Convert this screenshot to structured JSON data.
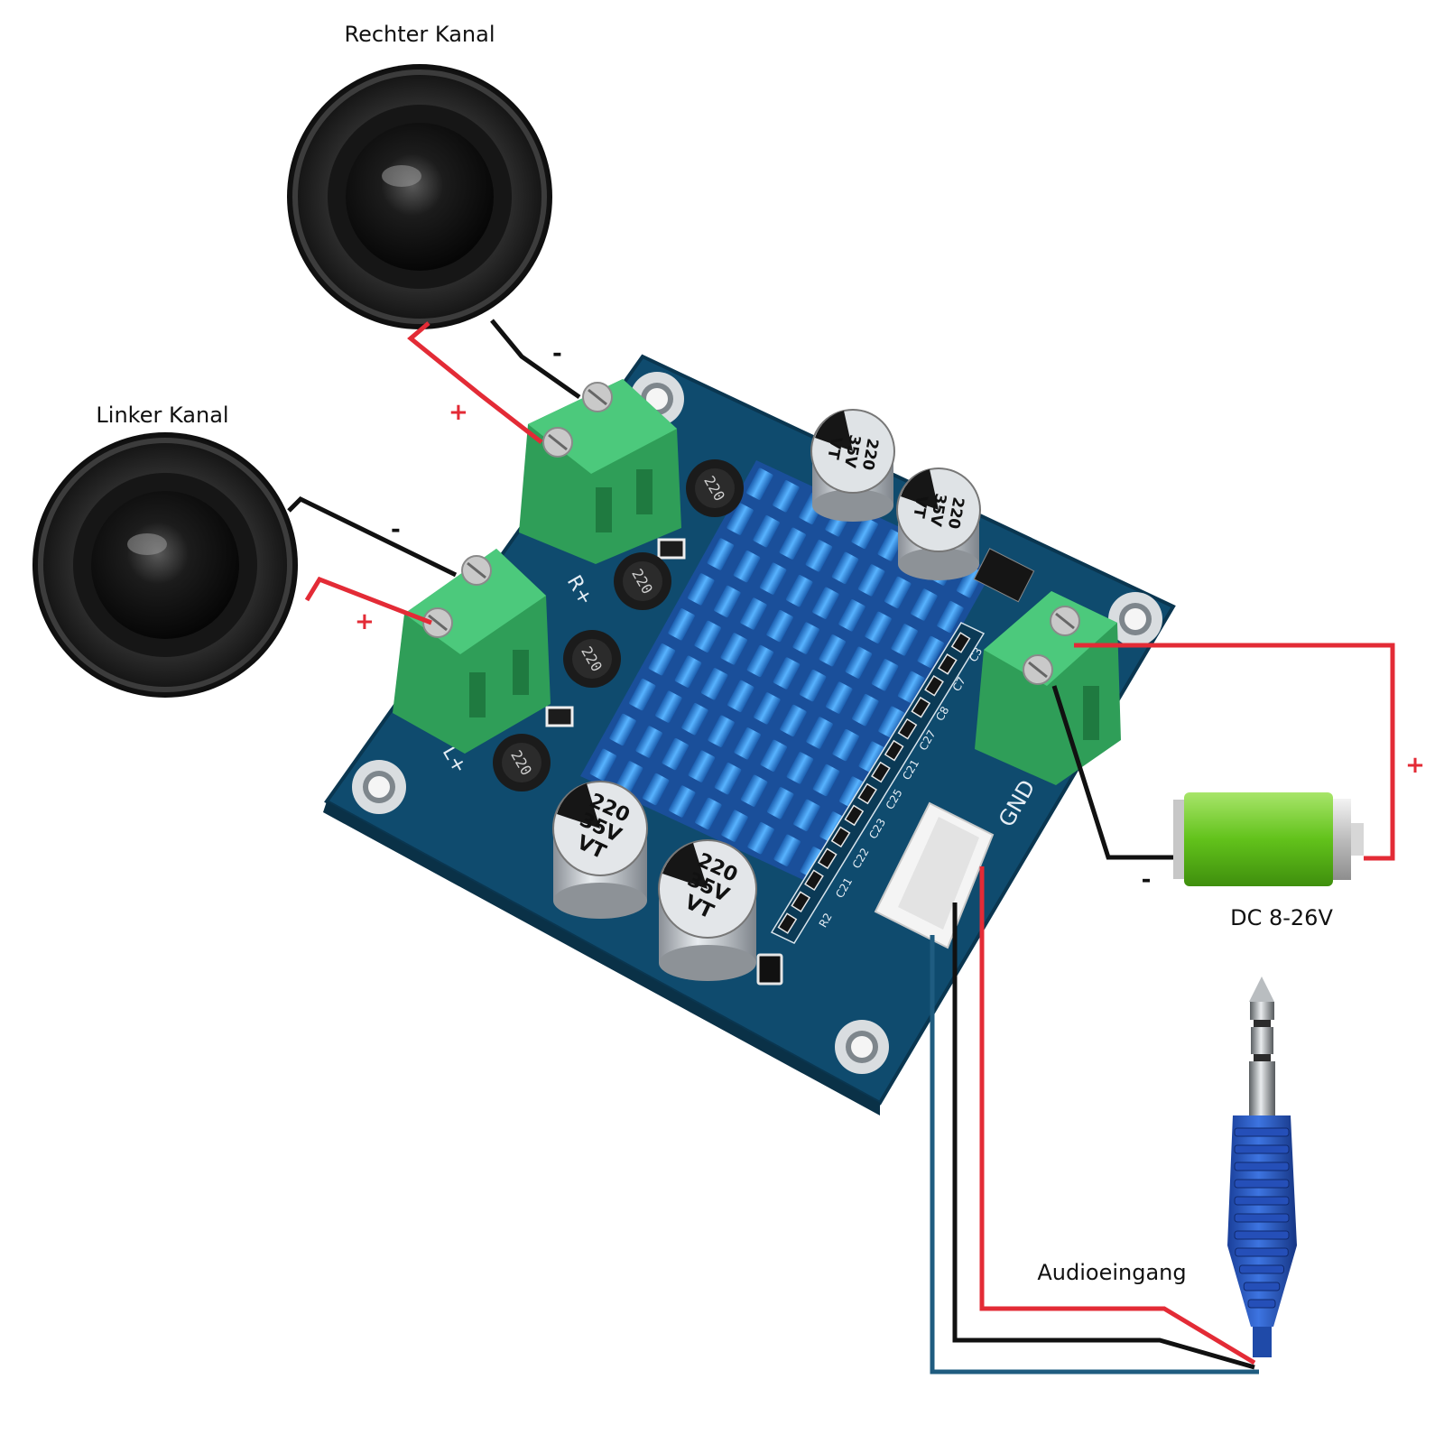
{
  "labels": {
    "right_channel": "Rechter Kanal",
    "left_channel": "Linker Kanal",
    "power": "DC 8-26V",
    "audio_input": "Audioeingang"
  },
  "polarity": {
    "plus": "+",
    "minus": "-"
  },
  "board": {
    "right_terminal": "R+",
    "left_terminal": "L+",
    "gnd": "GND",
    "inductor_value": "220",
    "capacitor_lines": [
      "220",
      "35V",
      "VT"
    ],
    "smd_labels": [
      "R2",
      "C21",
      "C22",
      "C23",
      "C25",
      "C21",
      "C27",
      "C8",
      "C7",
      "C3"
    ]
  },
  "colors": {
    "positive_wire": "#e32b36",
    "negative_wire": "#111111",
    "signal_wire": "#1f5c80",
    "pcb": "#0f4b6e",
    "terminal": "#3bb56b",
    "heatsink": "#2f84d6",
    "battery": "#6fcf2a"
  },
  "icons": {
    "speaker": "speaker-icon",
    "battery": "battery-icon",
    "jack": "audio-jack-icon"
  }
}
